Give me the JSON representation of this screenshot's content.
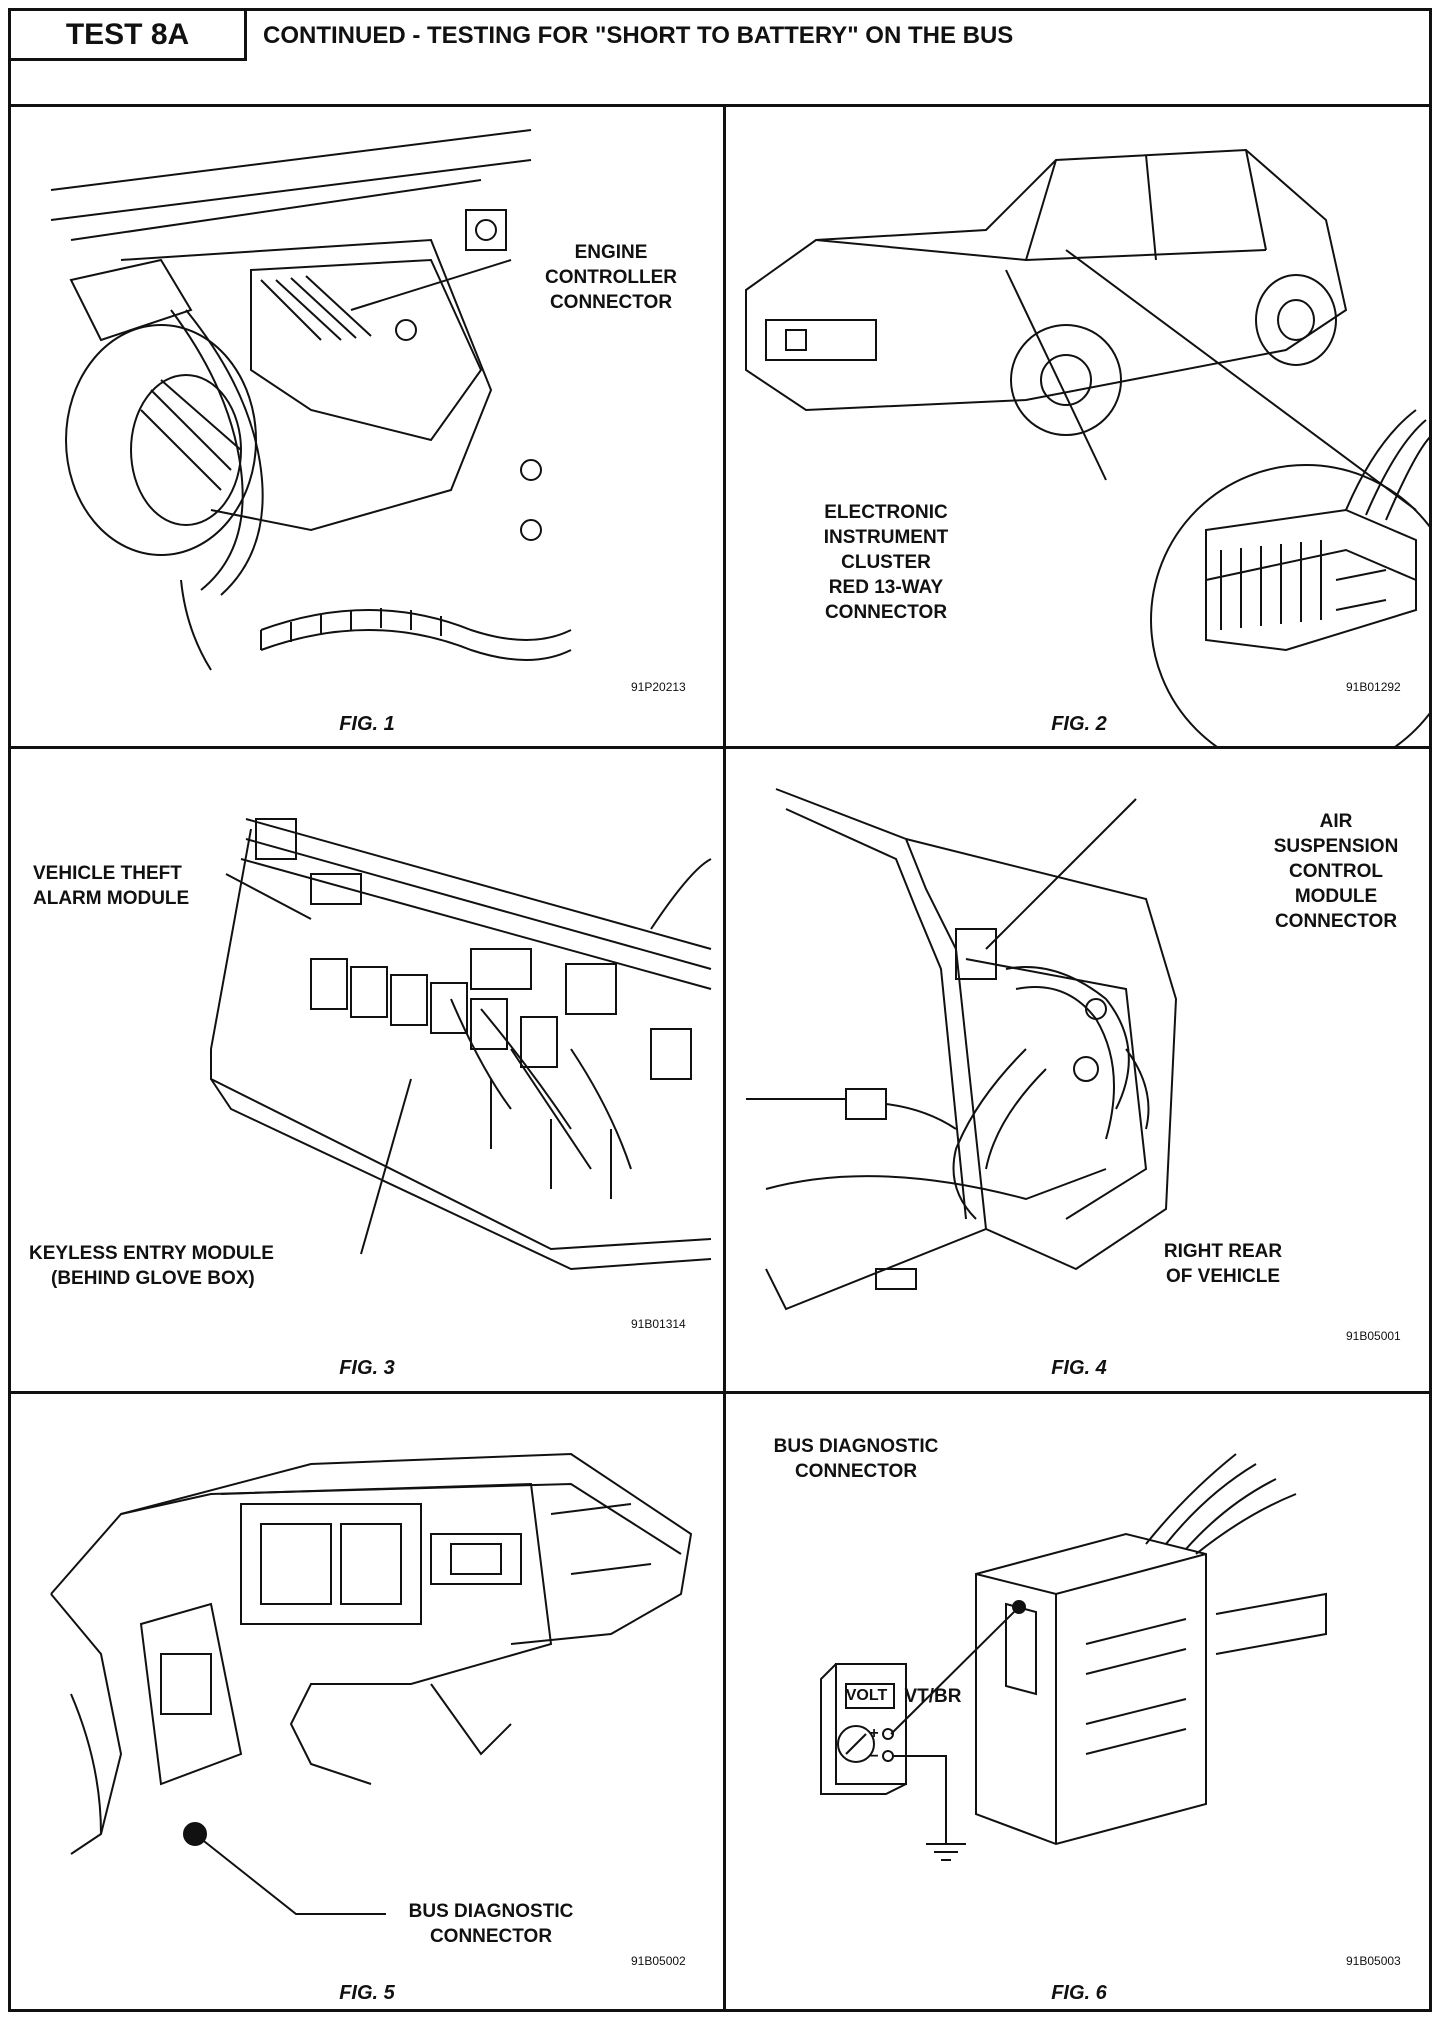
{
  "header": {
    "test_id": "TEST 8A",
    "title": "CONTINUED - TESTING FOR \"SHORT TO BATTERY\" ON THE BUS"
  },
  "figures": [
    {
      "caption": "FIG. 1",
      "code": "91P20213",
      "labels": [
        "ENGINE",
        "CONTROLLER",
        "CONNECTOR"
      ]
    },
    {
      "caption": "FIG. 2",
      "code": "91B01292",
      "labels": [
        "ELECTRONIC",
        "INSTRUMENT",
        "CLUSTER",
        "RED 13-WAY",
        "CONNECTOR"
      ]
    },
    {
      "caption": "FIG. 3",
      "code": "91B01314",
      "labels": [
        "VEHICLE THEFT",
        "ALARM MODULE",
        "KEYLESS ENTRY MODULE",
        "(BEHIND GLOVE BOX)"
      ]
    },
    {
      "caption": "FIG. 4",
      "code": "91B05001",
      "labels": [
        "AIR",
        "SUSPENSION",
        "CONTROL",
        "MODULE",
        "CONNECTOR",
        "RIGHT REAR",
        "OF VEHICLE"
      ]
    },
    {
      "caption": "FIG. 5",
      "code": "91B05002",
      "labels": [
        "BUS DIAGNOSTIC",
        "CONNECTOR"
      ]
    },
    {
      "caption": "FIG. 6",
      "code": "91B05003",
      "labels": [
        "BUS DIAGNOSTIC",
        "CONNECTOR",
        "VT/BR",
        "VOLT",
        "+",
        "−"
      ]
    }
  ]
}
